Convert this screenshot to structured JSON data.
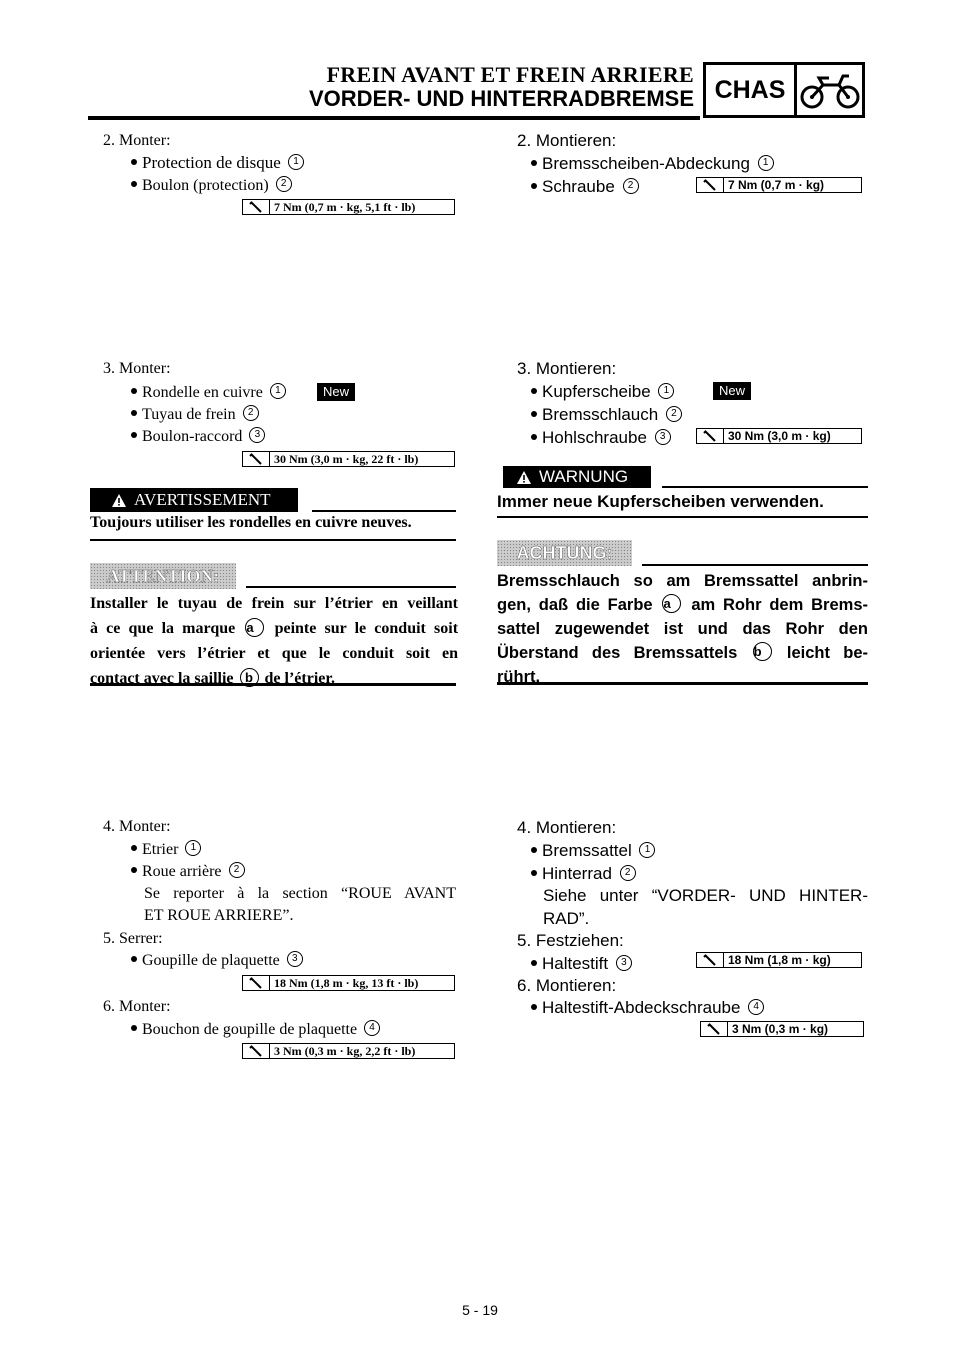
{
  "header": {
    "title_fr": "FREIN AVANT ET FREIN ARRIERE",
    "title_de": "VORDER- UND HINTERRADBREMSE",
    "section_code": "CHAS",
    "section_icon": "motorcycle-icon"
  },
  "fr": {
    "s2": {
      "title": "2. Monter:",
      "i1": "Protection de disque",
      "i1n": "1",
      "i2": "Boulon (protection)",
      "i2n": "2",
      "torque": "7 Nm (0,7 m · kg, 5,1 ft · lb)"
    },
    "s3": {
      "title": "3. Monter:",
      "i1": "Rondelle en cuivre",
      "i1n": "1",
      "new": "New",
      "i2": "Tuyau de frein",
      "i2n": "2",
      "i3": "Boulon-raccord",
      "i3n": "3",
      "torque": "30 Nm (3,0 m · kg, 22 ft · lb)"
    },
    "warning": {
      "label": "AVERTISSEMENT",
      "text": "Toujours utiliser les rondelles en cuivre neuves."
    },
    "caution": {
      "label": "ATTENTION:",
      "t1": "Installer le tuyau de frein sur l’étrier en veillant",
      "t2a": "à ce que la marque",
      "ma": "a",
      "t2b": "peinte sur le conduit soit",
      "t3": "orientée vers l’étrier et que le conduit soit en",
      "t4a": "contact avec la saillie",
      "mb": "b",
      "t4b": "de l’étrier."
    },
    "s4": {
      "title": "4. Monter:",
      "i1": "Etrier",
      "i1n": "1",
      "i2": "Roue arrière",
      "i2n": "2",
      "ref1": "Se reporter à la section “ROUE AVANT",
      "ref2": "ET ROUE ARRIERE”."
    },
    "s5": {
      "title": "5. Serrer:",
      "i1": "Goupille de plaquette",
      "i1n": "3",
      "torque": "18 Nm (1,8 m · kg, 13 ft · lb)"
    },
    "s6": {
      "title": "6. Monter:",
      "i1": "Bouchon de goupille de plaquette",
      "i1n": "4",
      "torque": "3 Nm (0,3 m · kg, 2,2 ft · lb)"
    }
  },
  "de": {
    "s2": {
      "title": "2. Montieren:",
      "i1": "Bremsscheiben-Abdeckung",
      "i1n": "1",
      "i2": "Schraube",
      "i2n": "2",
      "torque": "7 Nm (0,7 m · kg)"
    },
    "s3": {
      "title": "3. Montieren:",
      "i1": "Kupferscheibe",
      "i1n": "1",
      "new": "New",
      "i2": "Bremsschlauch",
      "i2n": "2",
      "i3": "Hohlschraube",
      "i3n": "3",
      "torque": "30 Nm (3,0 m · kg)"
    },
    "warning": {
      "label": "WARNUNG",
      "text": "Immer neue Kupferscheiben verwenden."
    },
    "caution": {
      "label": "ACHTUNG:",
      "t1": "Bremsschlauch so am Bremssattel anbrin-",
      "t2a": "gen, daß die Farbe",
      "ma": "a",
      "t2b": "am Rohr dem Brems-",
      "t3": "sattel zugewendet ist und das Rohr den",
      "t4a": "Überstand des Bremssattels",
      "mb": "b",
      "t4b": "leicht be-",
      "t5": "rührt."
    },
    "s4": {
      "title": "4. Montieren:",
      "i1": "Bremssattel",
      "i1n": "1",
      "i2": "Hinterrad",
      "i2n": "2",
      "ref1": "Siehe unter “VORDER- UND HINTER-",
      "ref2": "RAD”."
    },
    "s5": {
      "title": "5. Festziehen:",
      "i1": "Haltestift",
      "i1n": "3",
      "torque": "18 Nm (1,8 m · kg)"
    },
    "s6": {
      "title": "6. Montieren:",
      "i1": "Haltestift-Abdeckschraube",
      "i1n": "4",
      "torque": "3 Nm (0,3 m · kg)"
    }
  },
  "footer": {
    "page": "5 - 19"
  }
}
